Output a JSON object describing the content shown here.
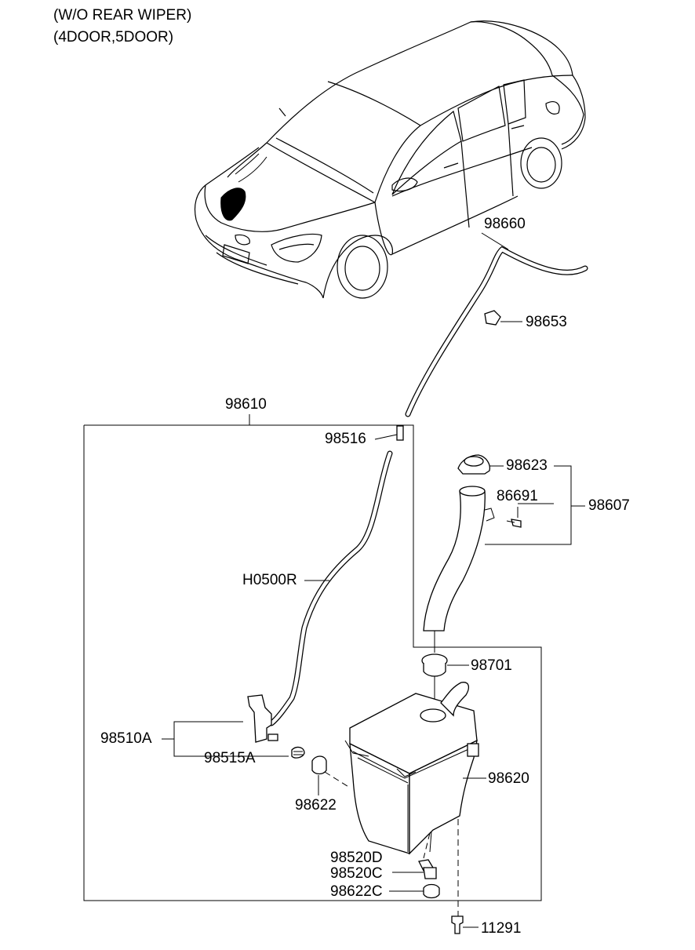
{
  "header": {
    "line1": "(W/O REAR WIPER)",
    "line2": "(4DOOR,5DOOR)"
  },
  "parts": {
    "p98660": "98660",
    "p98653": "98653",
    "p98610": "98610",
    "p98516": "98516",
    "p98623": "98623",
    "p86691": "86691",
    "p98607": "98607",
    "pH0500R": "H0500R",
    "p98701": "98701",
    "p98510A": "98510A",
    "p98515A": "98515A",
    "p98620": "98620",
    "p98622": "98622",
    "p98520D": "98520D",
    "p98520C": "98520C",
    "p98622C": "98622C",
    "p11291": "11291"
  }
}
